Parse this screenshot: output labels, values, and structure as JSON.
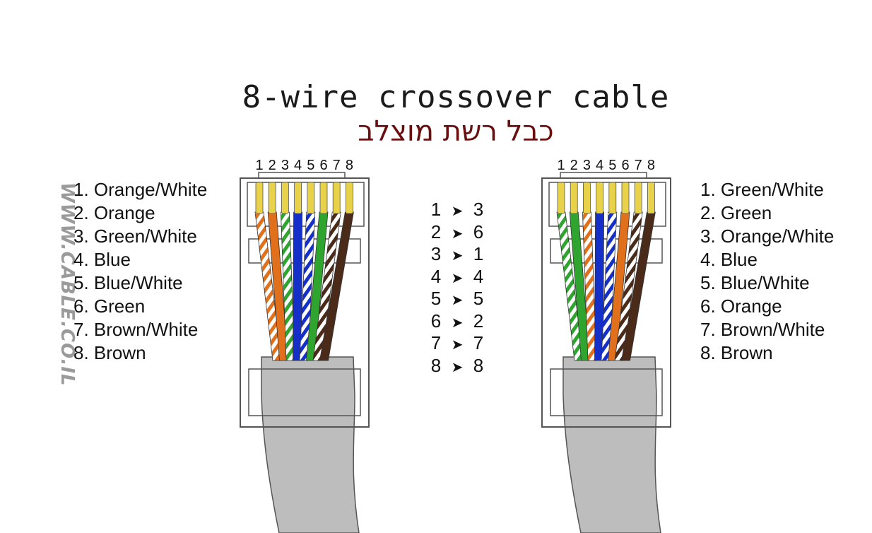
{
  "title_en": "8-wire crossover cable",
  "title_he": "כבל רשת מוצלב",
  "watermark": "WWW.CABLE.CO.IL",
  "pin_numbers": [
    "1",
    "2",
    "3",
    "4",
    "5",
    "6",
    "7",
    "8"
  ],
  "left_connector": {
    "labels": [
      "1. Orange/White",
      "2. Orange",
      "3. Green/White",
      "4. Blue",
      "5. Blue/White",
      "6. Green",
      "7. Brown/White",
      "8. Brown"
    ],
    "wires": [
      "orange-white",
      "orange",
      "green-white",
      "blue",
      "blue-white",
      "green",
      "brown-white",
      "brown"
    ]
  },
  "right_connector": {
    "labels": [
      "1. Green/White",
      "2. Green",
      "3. Orange/White",
      "4. Blue",
      "5. Blue/White",
      "6. Orange",
      "7. Brown/White",
      "8. Brown"
    ],
    "wires": [
      "green-white",
      "green",
      "orange-white",
      "blue",
      "blue-white",
      "orange",
      "brown-white",
      "brown"
    ]
  },
  "mapping": [
    {
      "from": "1",
      "to": "3"
    },
    {
      "from": "2",
      "to": "6"
    },
    {
      "from": "3",
      "to": "1"
    },
    {
      "from": "4",
      "to": "4"
    },
    {
      "from": "5",
      "to": "5"
    },
    {
      "from": "6",
      "to": "2"
    },
    {
      "from": "7",
      "to": "7"
    },
    {
      "from": "8",
      "to": "8"
    }
  ],
  "arrow_glyph": "➤",
  "colors": {
    "orange": "#e0701c",
    "green": "#2fa52f",
    "blue": "#1530c8",
    "brown": "#4a2a18",
    "white": "#ffffff",
    "contact": "#e8d24a",
    "cable": "#bdbdbd",
    "outline": "#555555",
    "title_he": "#6a0f0f"
  }
}
